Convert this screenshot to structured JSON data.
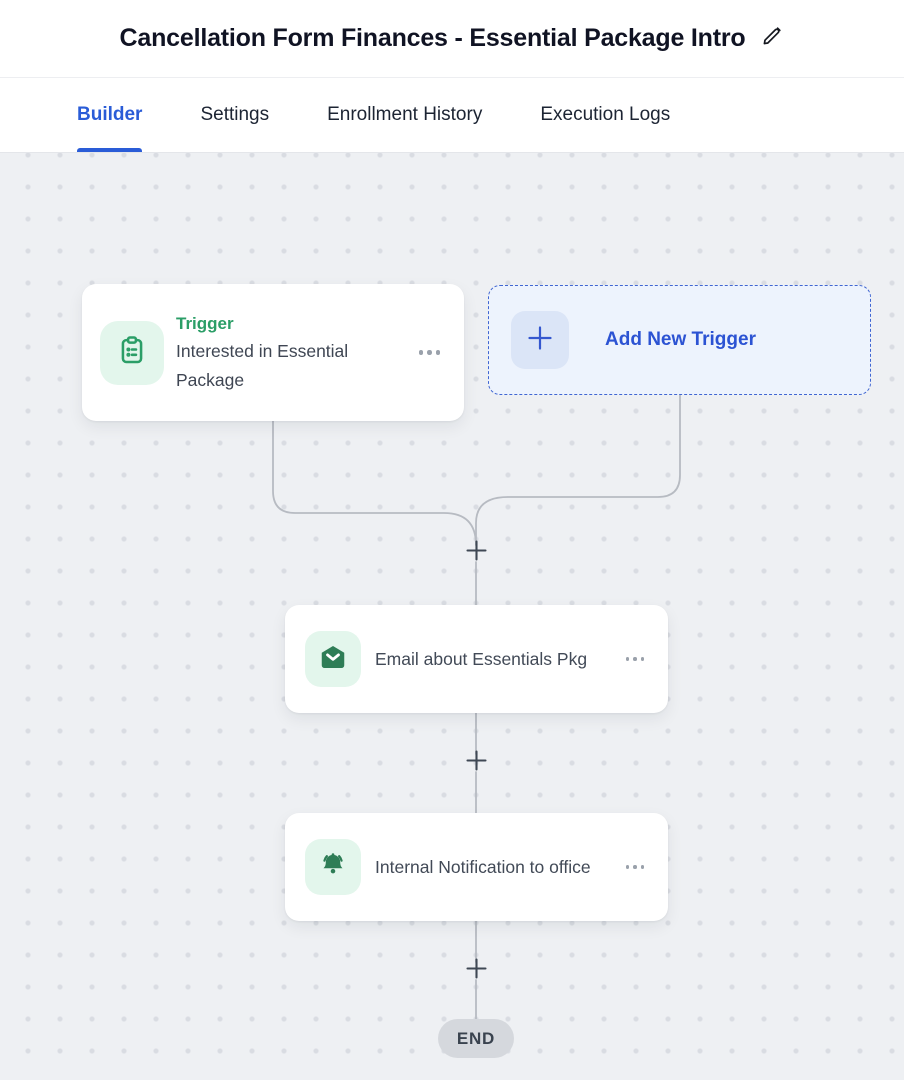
{
  "header": {
    "title": "Cancellation Form Finances - Essential Package Intro",
    "edit_icon": "pencil-icon"
  },
  "tabs": [
    {
      "label": "Builder",
      "active": true
    },
    {
      "label": "Settings",
      "active": false
    },
    {
      "label": "Enrollment History",
      "active": false
    },
    {
      "label": "Execution Logs",
      "active": false
    }
  ],
  "canvas": {
    "trigger_card": {
      "type_label": "Trigger",
      "name": "Interested in Essential Package",
      "icon": "clipboard-list-icon",
      "menu_icon": "ellipsis-menu-icon"
    },
    "add_trigger_button": {
      "label": "Add New Trigger",
      "icon": "plus-icon"
    },
    "actions": [
      {
        "name": "Email about Essentials Pkg",
        "icon": "open-envelope-icon",
        "menu_icon": "ellipsis-menu-icon"
      },
      {
        "name": "Internal Notification to office",
        "icon": "bell-icon",
        "menu_icon": "ellipsis-menu-icon"
      }
    ],
    "add_step_nodes": 3,
    "end_label": "END"
  },
  "colors": {
    "accent_blue": "#2a5cd7",
    "trigger_green": "#2b9e67",
    "icon_green": "#2e7d56",
    "icon_chip_mint": "#e3f6ec",
    "canvas_bg": "#eef0f3",
    "canvas_dot": "#d9dce2",
    "connector_gray": "#b7bbc2",
    "end_pill_bg": "#d5d8dd",
    "add_trigger_bg": "#edf3fd"
  }
}
